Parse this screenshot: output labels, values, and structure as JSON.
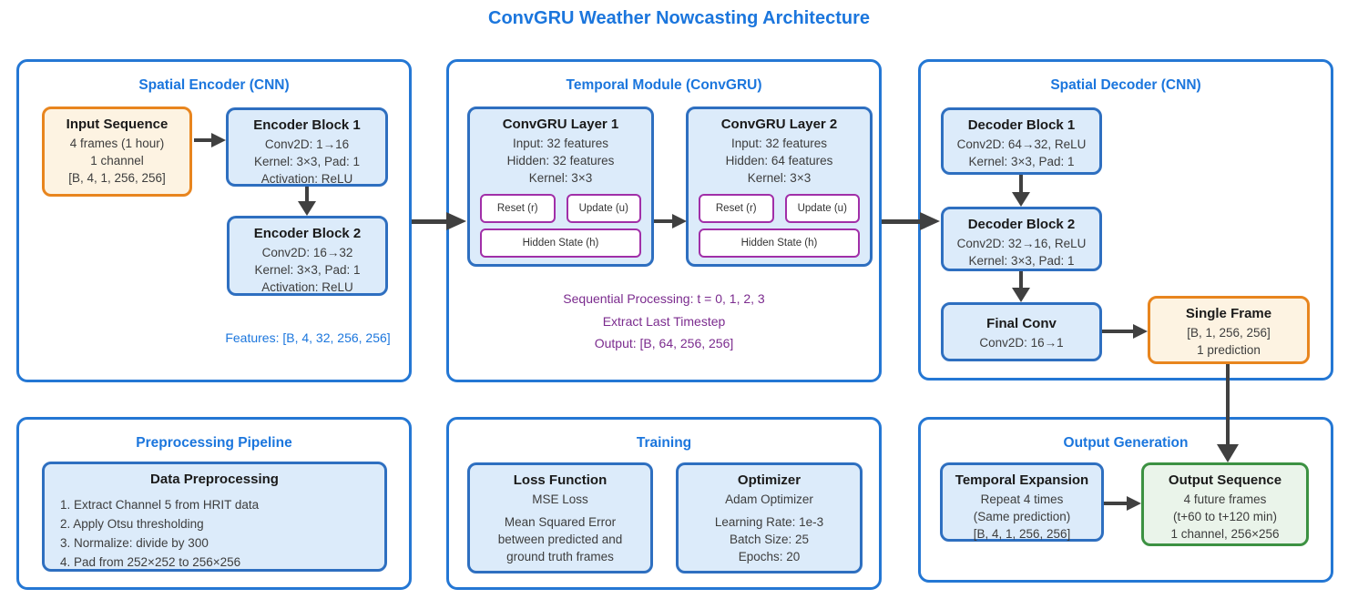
{
  "title": "ConvGRU Weather Nowcasting Architecture",
  "colors": {
    "accent_blue": "#1b76dd",
    "panel_border_blue": "#2477d4",
    "box_blue_border": "#2e6fc0",
    "box_blue_fill": "#dcebfa",
    "orange_border": "#e8851e",
    "orange_fill": "#fdf3e2",
    "green_border": "#3c9142",
    "green_fill": "#eaf4ea",
    "gate_purple": "#a12fa8",
    "note_purple": "#7b2b8e",
    "arrow_gray": "#404040"
  },
  "panels": {
    "spatial_encoder": {
      "title": "Spatial Encoder (CNN)",
      "input_sequence": {
        "title": "Input Sequence",
        "lines": [
          "4 frames (1 hour)",
          "1 channel",
          "[B, 4, 1, 256, 256]"
        ]
      },
      "encoder_block_1": {
        "title": "Encoder Block 1",
        "lines": [
          "Conv2D: 1→16",
          "Kernel: 3×3, Pad: 1",
          "Activation: ReLU"
        ]
      },
      "encoder_block_2": {
        "title": "Encoder Block 2",
        "lines": [
          "Conv2D: 16→32",
          "Kernel: 3×3, Pad: 1",
          "Activation: ReLU"
        ]
      },
      "features_note": "Features: [B, 4, 32, 256, 256]"
    },
    "temporal_module": {
      "title": "Temporal Module (ConvGRU)",
      "convgru_layer_1": {
        "title": "ConvGRU Layer 1",
        "lines": [
          "Input: 32 features",
          "Hidden: 32 features",
          "Kernel: 3×3"
        ],
        "gates": {
          "reset": "Reset (r)",
          "update": "Update (u)",
          "hidden": "Hidden State (h)"
        }
      },
      "convgru_layer_2": {
        "title": "ConvGRU Layer 2",
        "lines": [
          "Input: 32 features",
          "Hidden: 64 features",
          "Kernel: 3×3"
        ],
        "gates": {
          "reset": "Reset (r)",
          "update": "Update (u)",
          "hidden": "Hidden State (h)"
        }
      },
      "notes": [
        "Sequential Processing: t = 0, 1, 2, 3",
        "Extract Last Timestep",
        "Output: [B, 64, 256, 256]"
      ]
    },
    "spatial_decoder": {
      "title": "Spatial Decoder (CNN)",
      "decoder_block_1": {
        "title": "Decoder Block 1",
        "lines": [
          "Conv2D: 64→32, ReLU",
          "Kernel: 3×3, Pad: 1"
        ]
      },
      "decoder_block_2": {
        "title": "Decoder Block 2",
        "lines": [
          "Conv2D: 32→16, ReLU",
          "Kernel: 3×3, Pad: 1"
        ]
      },
      "final_conv": {
        "title": "Final Conv",
        "lines": [
          "Conv2D: 16→1"
        ]
      },
      "single_frame": {
        "title": "Single Frame",
        "lines": [
          "[B, 1, 256, 256]",
          "1 prediction"
        ]
      }
    },
    "preprocessing_pipeline": {
      "title": "Preprocessing Pipeline",
      "data_preprocessing": {
        "title": "Data Preprocessing",
        "steps": [
          "1. Extract Channel 5 from HRIT data",
          "2. Apply Otsu thresholding",
          "3. Normalize: divide by 300",
          "4. Pad from 252×252 to 256×256"
        ]
      }
    },
    "training": {
      "title": "Training",
      "loss_function": {
        "title": "Loss Function",
        "lead": "MSE Loss",
        "description": "Mean Squared Error between predicted and ground truth frames"
      },
      "optimizer": {
        "title": "Optimizer",
        "lead": "Adam Optimizer",
        "lines": [
          "Learning Rate: 1e-3",
          "Batch Size: 25",
          "Epochs: 20"
        ]
      }
    },
    "output_generation": {
      "title": "Output Generation",
      "temporal_expansion": {
        "title": "Temporal Expansion",
        "lines": [
          "Repeat 4 times",
          "(Same prediction)",
          "[B, 4, 1, 256, 256]"
        ]
      },
      "output_sequence": {
        "title": "Output Sequence",
        "lines": [
          "4 future frames",
          "(t+60 to t+120 min)",
          "1 channel, 256×256"
        ]
      }
    }
  }
}
